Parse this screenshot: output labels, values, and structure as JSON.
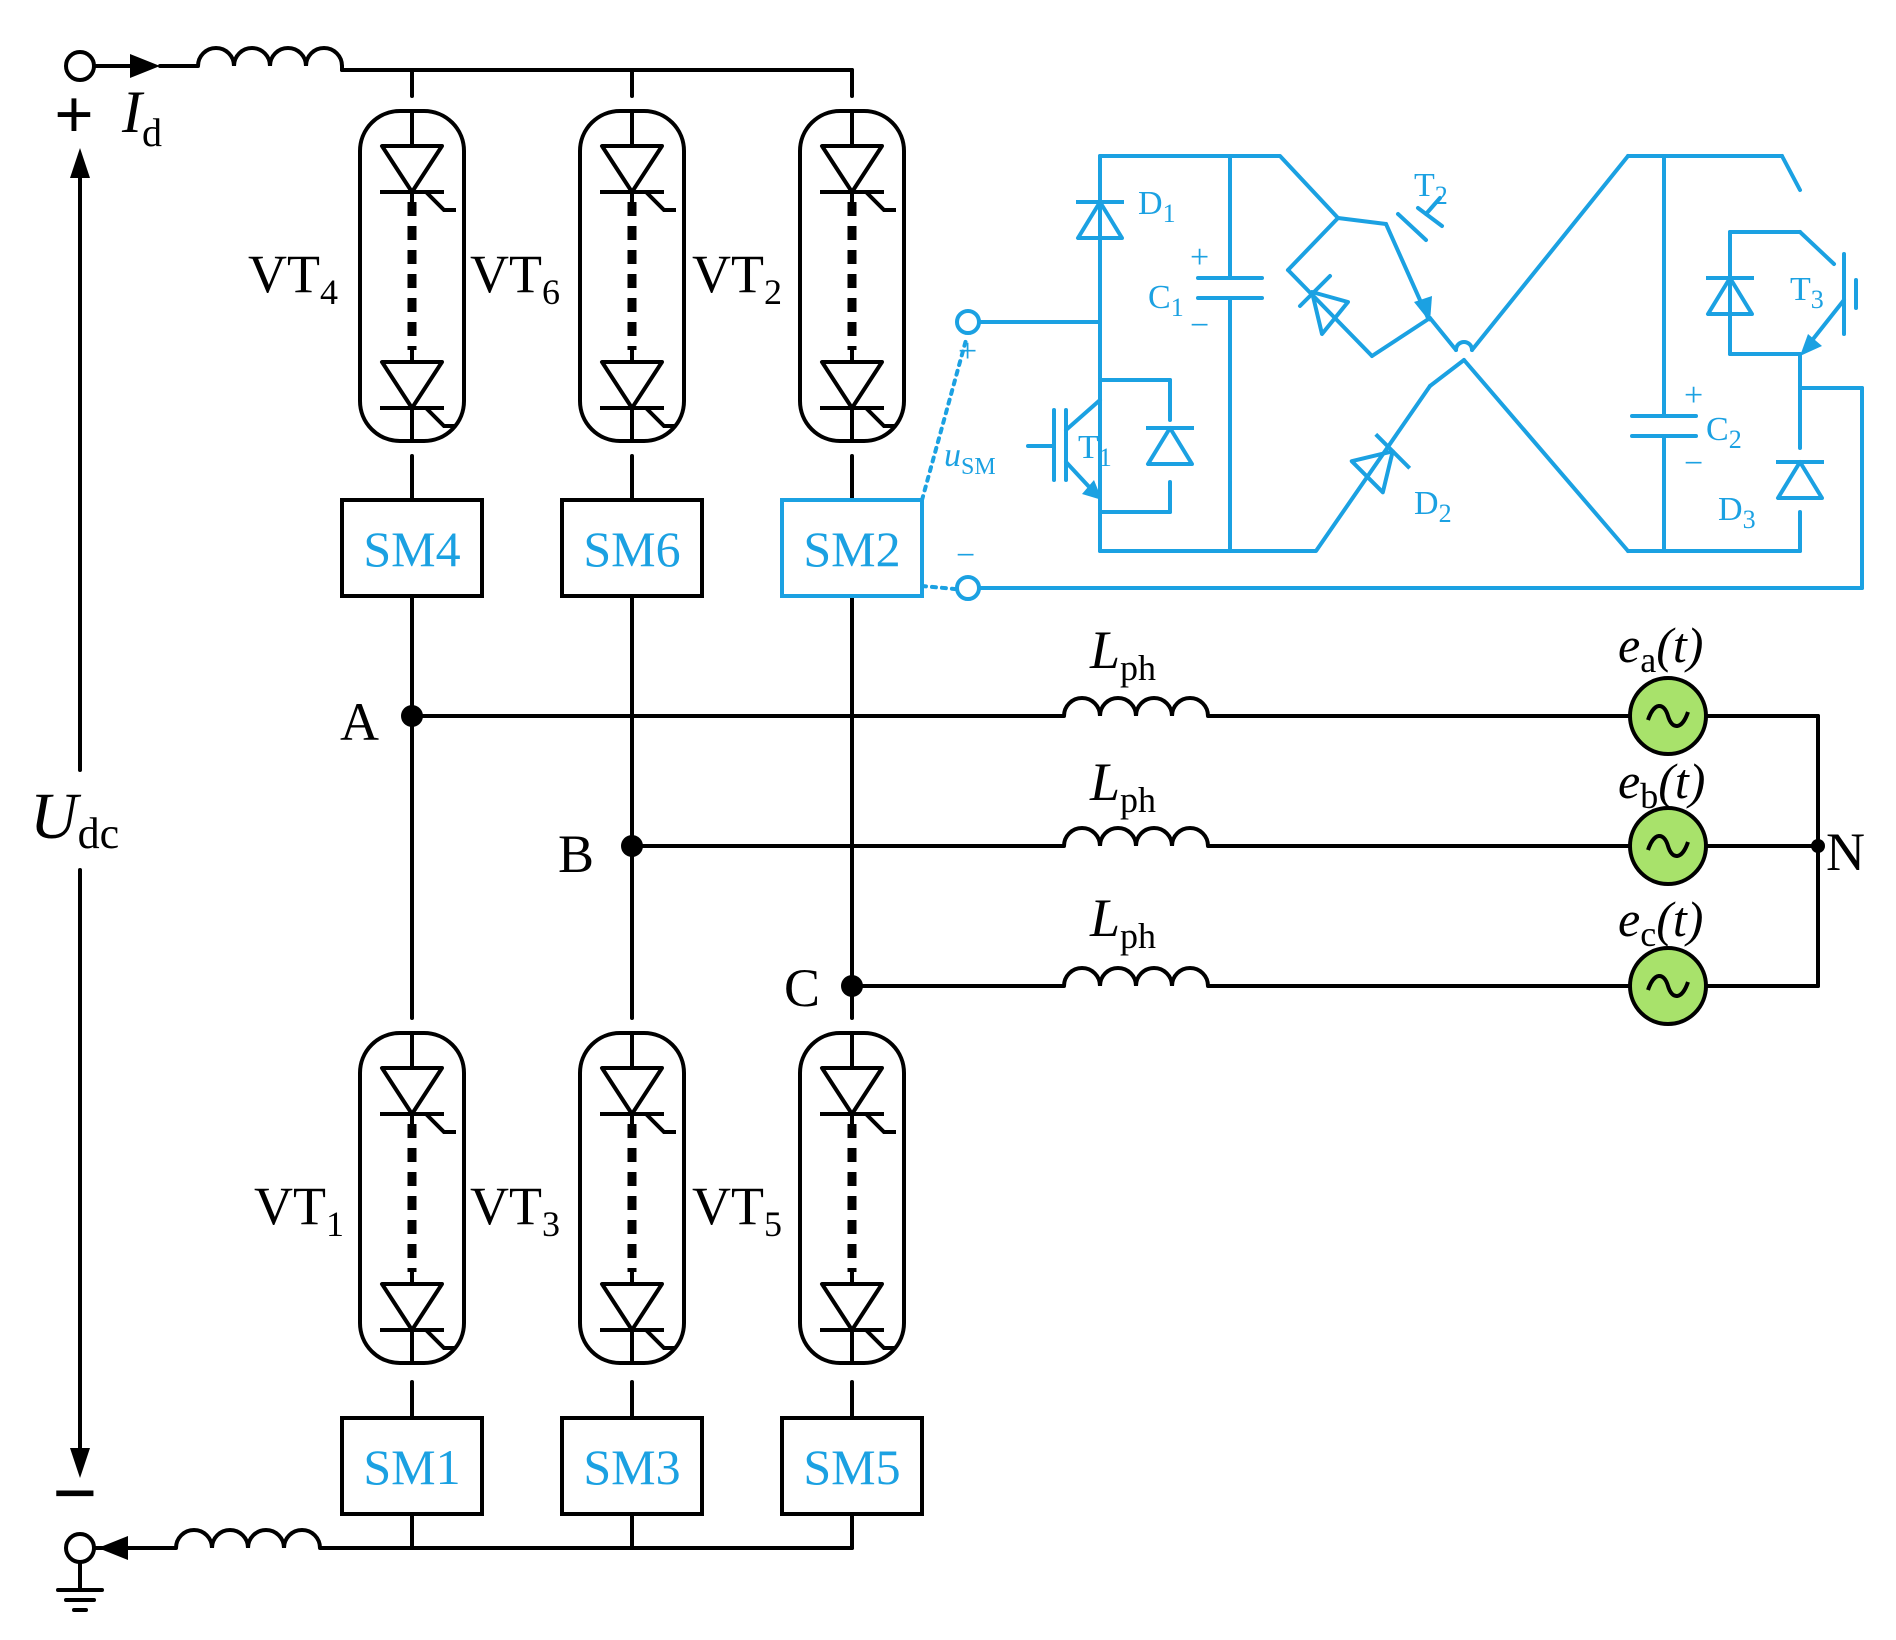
{
  "colors": {
    "main": "#000000",
    "submodule": "#1ba1e2",
    "source_fill": "#a8e26b"
  },
  "dc": {
    "current": {
      "main": "I",
      "sub": "d"
    },
    "voltage": {
      "main": "U",
      "sub": "dc"
    },
    "plus": "+",
    "minus": "−"
  },
  "valves_upper": [
    {
      "main": "VT",
      "sub": "4",
      "sm": "SM4"
    },
    {
      "main": "VT",
      "sub": "6",
      "sm": "SM6"
    },
    {
      "main": "VT",
      "sub": "2",
      "sm": "SM2"
    }
  ],
  "valves_lower": [
    {
      "main": "VT",
      "sub": "1",
      "sm": "SM1"
    },
    {
      "main": "VT",
      "sub": "3",
      "sm": "SM3"
    },
    {
      "main": "VT",
      "sub": "5",
      "sm": "SM5"
    }
  ],
  "nodes": {
    "a": "A",
    "b": "B",
    "c": "C",
    "n": "N"
  },
  "phases": [
    {
      "l_main": "L",
      "l_sub": "ph",
      "e_main": "e",
      "e_sub": "a",
      "e_arg": "(t)"
    },
    {
      "l_main": "L",
      "l_sub": "ph",
      "e_main": "e",
      "e_sub": "b",
      "e_arg": "(t)"
    },
    {
      "l_main": "L",
      "l_sub": "ph",
      "e_main": "e",
      "e_sub": "c",
      "e_arg": "(t)"
    }
  ],
  "submodule": {
    "d1": {
      "main": "D",
      "sub": "1"
    },
    "d2": {
      "main": "D",
      "sub": "2"
    },
    "d3": {
      "main": "D",
      "sub": "3"
    },
    "c1": {
      "main": "C",
      "sub": "1"
    },
    "c2": {
      "main": "C",
      "sub": "2"
    },
    "t1": {
      "main": "T",
      "sub": "1"
    },
    "t2": {
      "main": "T",
      "sub": "2"
    },
    "t3": {
      "main": "T",
      "sub": "3"
    },
    "usm": {
      "main": "u",
      "sub": "SM"
    },
    "plus": "+",
    "minus": "−"
  }
}
